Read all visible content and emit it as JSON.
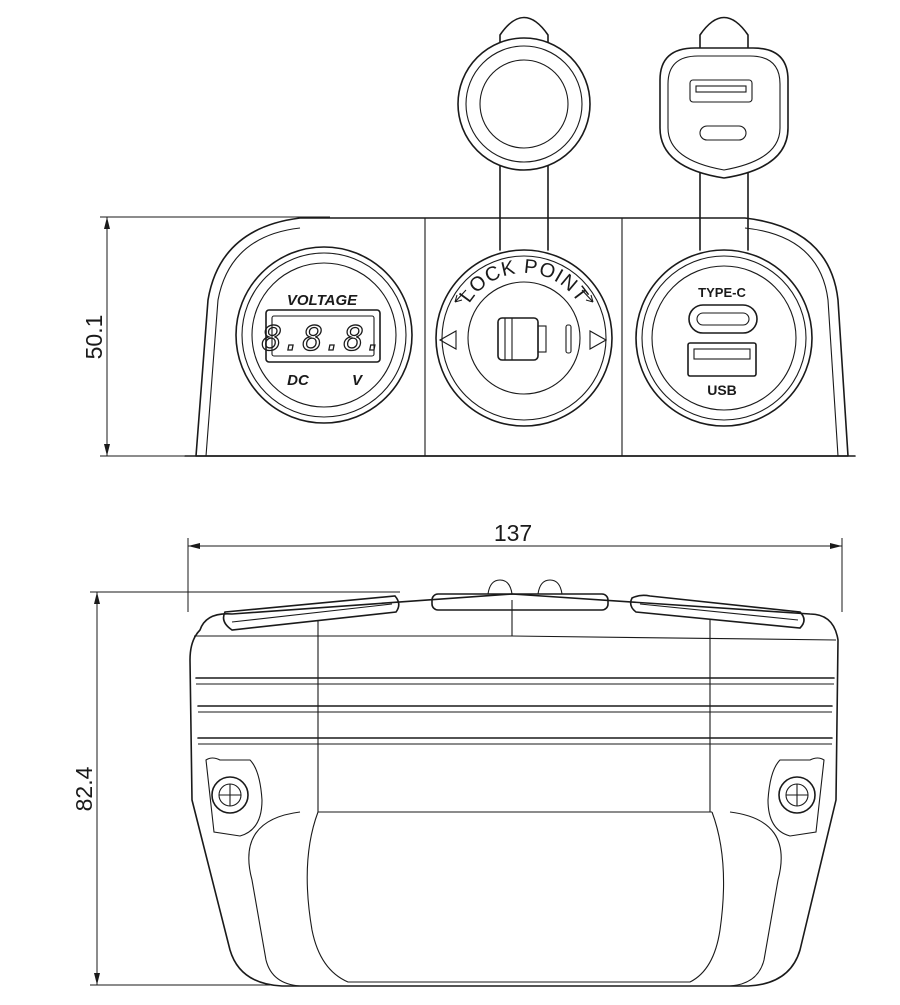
{
  "dimensions": {
    "height_top": "50.1",
    "width_bottom": "137",
    "height_bottom": "82.4"
  },
  "voltmeter": {
    "title": "VOLTAGE",
    "display": "8.8.8.",
    "left_label": "DC",
    "right_label": "V"
  },
  "lighter_socket": {
    "ring_text": "LOCK POINT"
  },
  "usb_socket": {
    "top_label": "TYPE-C",
    "bottom_label": "USB"
  },
  "colors": {
    "line": "#1a1a1a",
    "background": "#ffffff"
  }
}
